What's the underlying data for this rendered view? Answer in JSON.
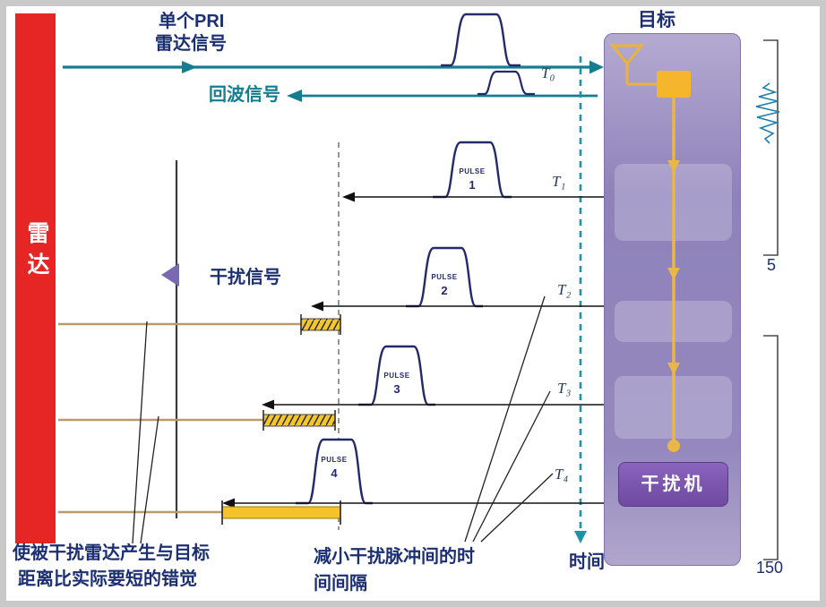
{
  "colors": {
    "radar_red": "#e62525",
    "teal": "#157d90",
    "navy": "#1c2f72",
    "panel_purple": "#9185bd",
    "jammer_purple": "#6f4aa0",
    "gold": "#f2c62f",
    "tan": "#b99a6b"
  },
  "radar": {
    "label": "雷达"
  },
  "header": {
    "pri_line1": "单个PRI",
    "pri_line2": "雷达信号",
    "echo_label": "回波信号",
    "target_title": "目标"
  },
  "jamming": {
    "signal_label": "干扰信号",
    "jammer_label": "干扰机"
  },
  "pulses": [
    {
      "word": "PULSE",
      "num": "1",
      "t": "T₁"
    },
    {
      "word": "PULSE",
      "num": "2",
      "t": "T₂"
    },
    {
      "word": "PULSE",
      "num": "3",
      "t": "T₃"
    },
    {
      "word": "PULSE",
      "num": "4",
      "t": "T₄"
    }
  ],
  "timeline": {
    "t0": "T₀",
    "axis_label": "时间"
  },
  "scale": {
    "top": "5",
    "bottom": "150"
  },
  "notes": {
    "left_line1": "使被干扰雷达产生与目标",
    "left_line2": "距离比实际要短的错觉",
    "mid_line1": "减小干扰脉冲间的时",
    "mid_line2": "间间隔"
  }
}
